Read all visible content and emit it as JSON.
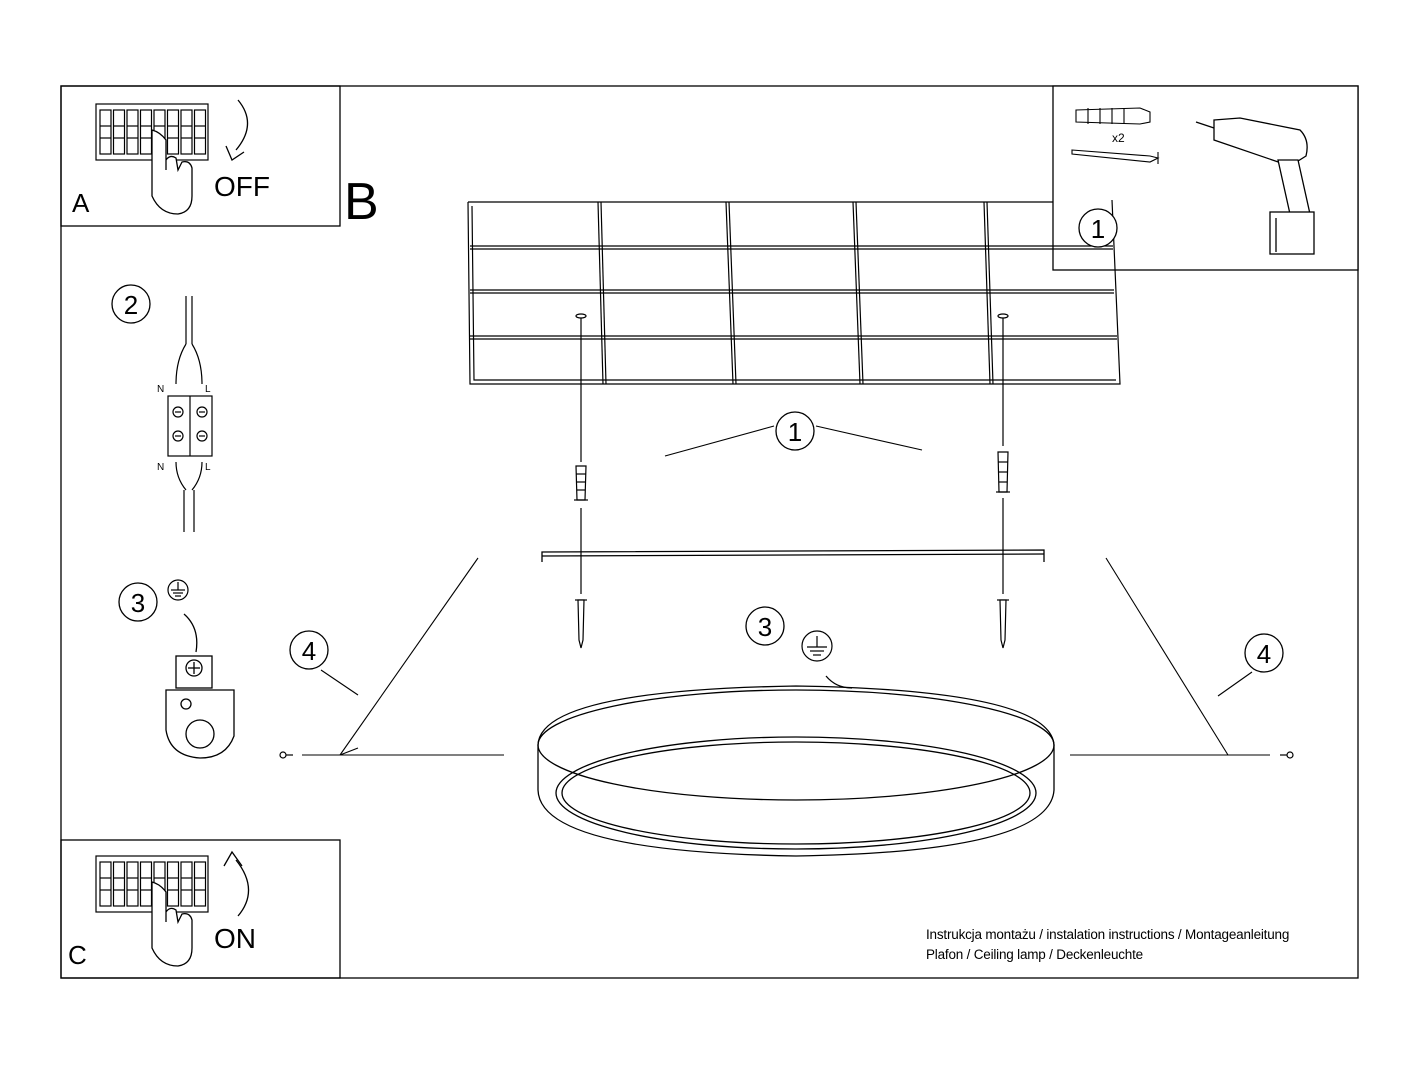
{
  "panels": {
    "a": {
      "letter": "A",
      "action": "OFF"
    },
    "b": {
      "letter": "B"
    },
    "c": {
      "letter": "C",
      "action": "ON"
    }
  },
  "steps": {
    "step1": "1",
    "step2": "2",
    "step3": "3",
    "step4": "4"
  },
  "tools": {
    "quantity": "x2"
  },
  "wiring": {
    "neutral": "N",
    "live": "L"
  },
  "footer": {
    "line1": "Instrukcja montażu / instalation instructions / Montageanleitung",
    "line2": "Plafon / Ceiling lamp / Deckenleuchte"
  }
}
